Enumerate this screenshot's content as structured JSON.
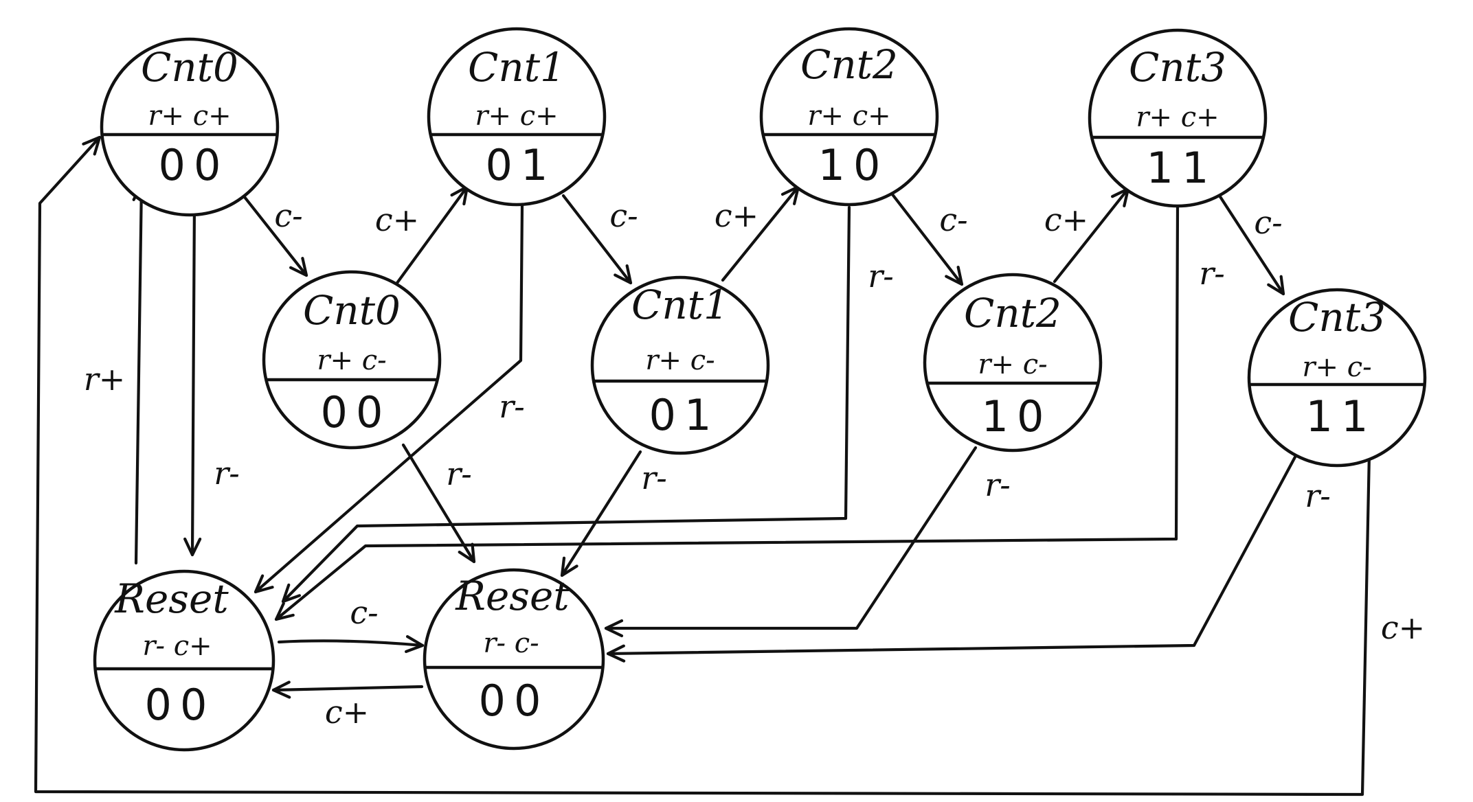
{
  "diagram": {
    "states": [
      {
        "id": "cnt0_hi",
        "name": "Cnt0",
        "signals": "r+ c+",
        "output": "00"
      },
      {
        "id": "cnt1_hi",
        "name": "Cnt1",
        "signals": "r+ c+",
        "output": "01"
      },
      {
        "id": "cnt2_hi",
        "name": "Cnt2",
        "signals": "r+ c+",
        "output": "10"
      },
      {
        "id": "cnt3_hi",
        "name": "Cnt3",
        "signals": "r+ c+",
        "output": "11"
      },
      {
        "id": "cnt0_lo",
        "name": "Cnt0",
        "signals": "r+ c-",
        "output": "00"
      },
      {
        "id": "cnt1_lo",
        "name": "Cnt1",
        "signals": "r+ c-",
        "output": "01"
      },
      {
        "id": "cnt2_lo",
        "name": "Cnt2",
        "signals": "r+ c-",
        "output": "10"
      },
      {
        "id": "cnt3_lo",
        "name": "Cnt3",
        "signals": "r+ c-",
        "output": "11"
      },
      {
        "id": "reset_a",
        "name": "Reset",
        "signals": "r- c+",
        "output": "00"
      },
      {
        "id": "reset_b",
        "name": "Reset",
        "signals": "r- c-",
        "output": "00"
      }
    ],
    "transitions": [
      {
        "id": "t1",
        "from": "cnt0_hi",
        "to": "cnt0_lo",
        "label": "c-"
      },
      {
        "id": "t2",
        "from": "cnt0_lo",
        "to": "cnt1_hi",
        "label": "c+"
      },
      {
        "id": "t3",
        "from": "cnt1_hi",
        "to": "cnt1_lo",
        "label": "c-"
      },
      {
        "id": "t4",
        "from": "cnt1_lo",
        "to": "cnt2_hi",
        "label": "c+"
      },
      {
        "id": "t5",
        "from": "cnt2_hi",
        "to": "cnt2_lo",
        "label": "c-"
      },
      {
        "id": "t6",
        "from": "cnt2_lo",
        "to": "cnt3_hi",
        "label": "c+"
      },
      {
        "id": "t7",
        "from": "cnt3_hi",
        "to": "cnt3_lo",
        "label": "c-"
      },
      {
        "id": "t8",
        "from": "cnt0_hi",
        "to": "reset_a",
        "label": "r-"
      },
      {
        "id": "t9",
        "from": "reset_a",
        "to": "cnt0_hi",
        "label": "r+"
      },
      {
        "id": "t10",
        "from": "cnt1_hi",
        "to": "reset_a",
        "label": "r-"
      },
      {
        "id": "t11",
        "from": "cnt2_hi",
        "to": "reset_a",
        "label": "r-"
      },
      {
        "id": "t12",
        "from": "cnt3_hi",
        "to": "reset_a",
        "label": "r-"
      },
      {
        "id": "t13",
        "from": "cnt0_lo",
        "to": "reset_b",
        "label": "r-"
      },
      {
        "id": "t14",
        "from": "cnt1_lo",
        "to": "reset_b",
        "label": "r-"
      },
      {
        "id": "t15",
        "from": "cnt2_lo",
        "to": "reset_b",
        "label": "r-"
      },
      {
        "id": "t16",
        "from": "cnt3_lo",
        "to": "reset_b",
        "label": "r-"
      },
      {
        "id": "t17",
        "from": "reset_a",
        "to": "reset_b",
        "label": "c-"
      },
      {
        "id": "t18",
        "from": "reset_b",
        "to": "reset_a",
        "label": "c+"
      },
      {
        "id": "t19",
        "from": "cnt3_lo",
        "to": "cnt0_hi",
        "label": "c+"
      }
    ]
  }
}
